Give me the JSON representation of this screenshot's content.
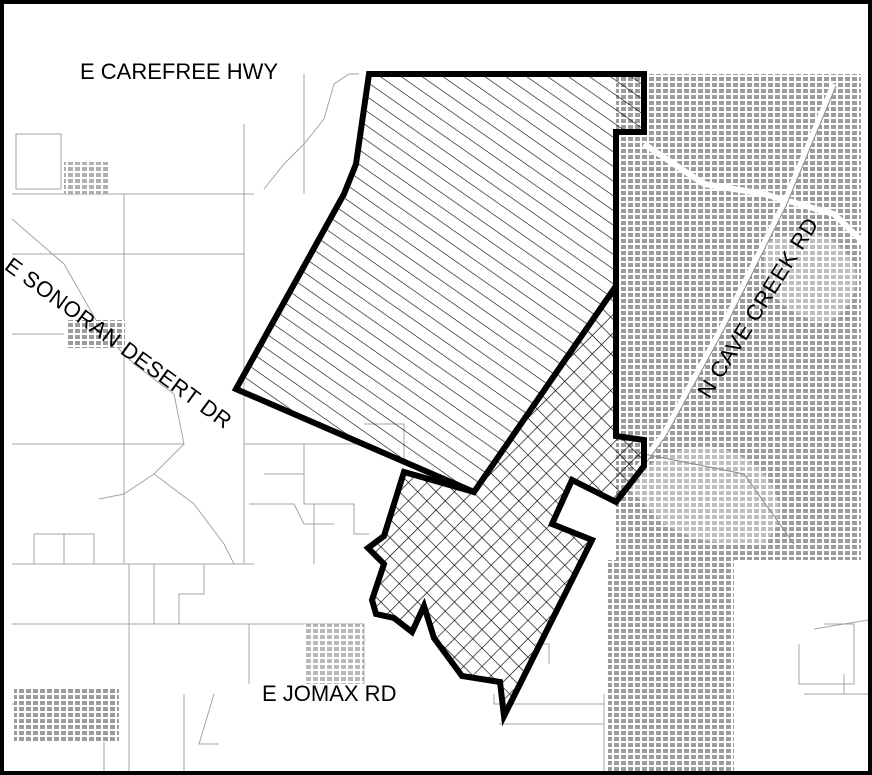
{
  "map": {
    "labels": {
      "carefree_hwy": "E CAREFREE HWY",
      "sonoran_desert_dr": "E SONORAN DESERT DR",
      "cave_creek_rd": "N CAVE CREEK RD",
      "jomax_rd": "E JOMAX RD"
    },
    "areas": [
      {
        "id": "north-area",
        "pattern": "diagonal-hatch"
      },
      {
        "id": "south-area",
        "pattern": "crosshatch"
      }
    ],
    "colors": {
      "background": "#ffffff",
      "parcel_lines": "#9a9a9a",
      "dense_parcels": "#8c8c8c",
      "boundary": "#000000"
    }
  }
}
